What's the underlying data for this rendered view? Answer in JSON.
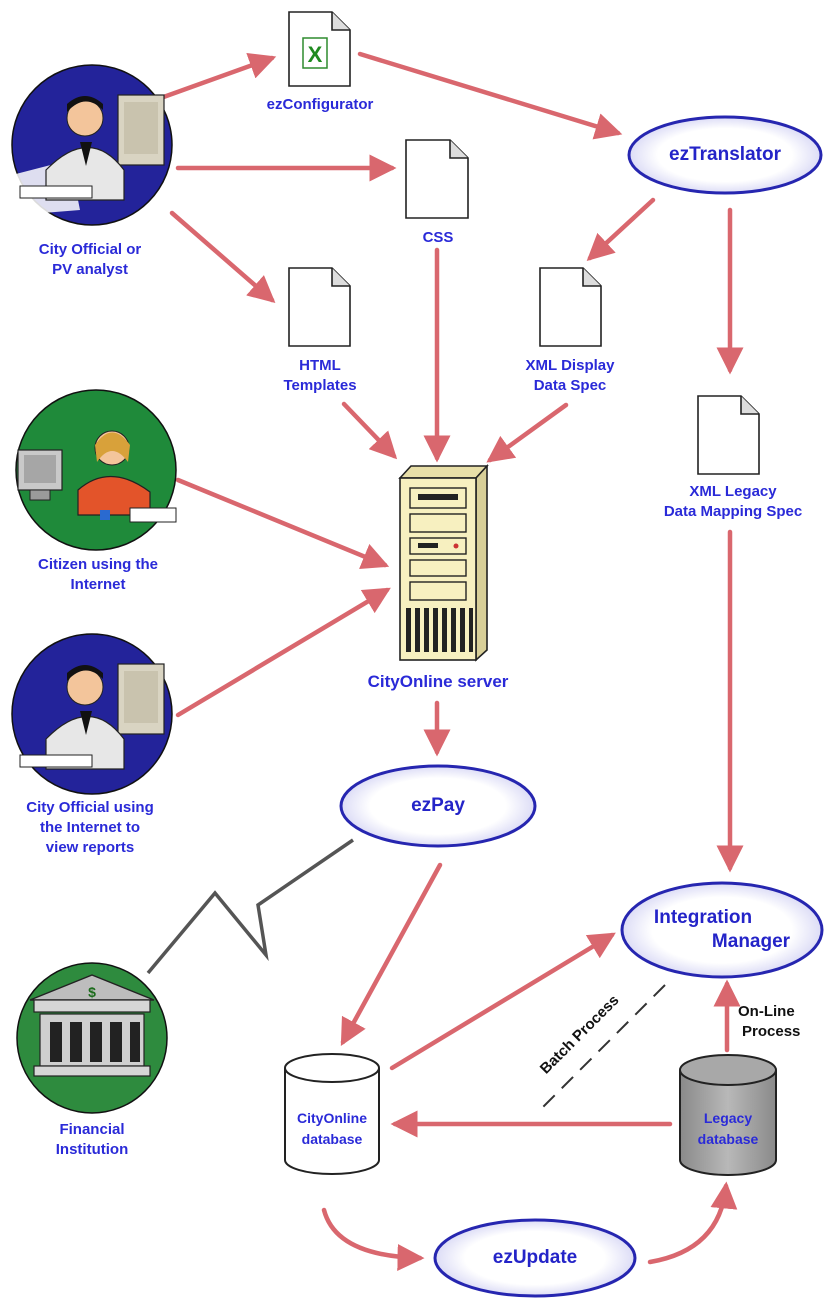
{
  "actors": {
    "official_top": {
      "line1": "City Official or",
      "line2": "PV analyst"
    },
    "citizen": {
      "line1": "Citizen using the",
      "line2": "Internet"
    },
    "official_reports": {
      "line1": "City Official using",
      "line2": "the Internet to",
      "line3": "view reports"
    },
    "financial": {
      "line1": "Financial",
      "line2": "Institution",
      "sign": "$"
    }
  },
  "documents": {
    "ezconfigurator": {
      "line1": "ezConfigurator",
      "badge": "X"
    },
    "css": {
      "line1": "CSS"
    },
    "html_templates": {
      "line1": "HTML",
      "line2": "Templates"
    },
    "xml_display": {
      "line1": "XML Display",
      "line2": "Data Spec"
    },
    "xml_legacy": {
      "line1": "XML Legacy",
      "line2": "Data Mapping Spec"
    }
  },
  "components": {
    "eztranslator": "ezTranslator",
    "ezpay": "ezPay",
    "integration_manager": {
      "line1": "Integration",
      "line2": "Manager"
    },
    "ezupdate": "ezUpdate",
    "server": "CityOnline server"
  },
  "databases": {
    "cityonline": {
      "line1": "CityOnline",
      "line2": "database"
    },
    "legacy": {
      "line1": "Legacy",
      "line2": "database"
    }
  },
  "flows": {
    "batch": "Batch Process",
    "online": {
      "line1": "On-Line",
      "line2": "Process"
    }
  },
  "colors": {
    "arrow": "#d9676e",
    "label": "#2a2ad8",
    "oval_stroke": "#2626b0",
    "server": "#f7f0c0"
  }
}
